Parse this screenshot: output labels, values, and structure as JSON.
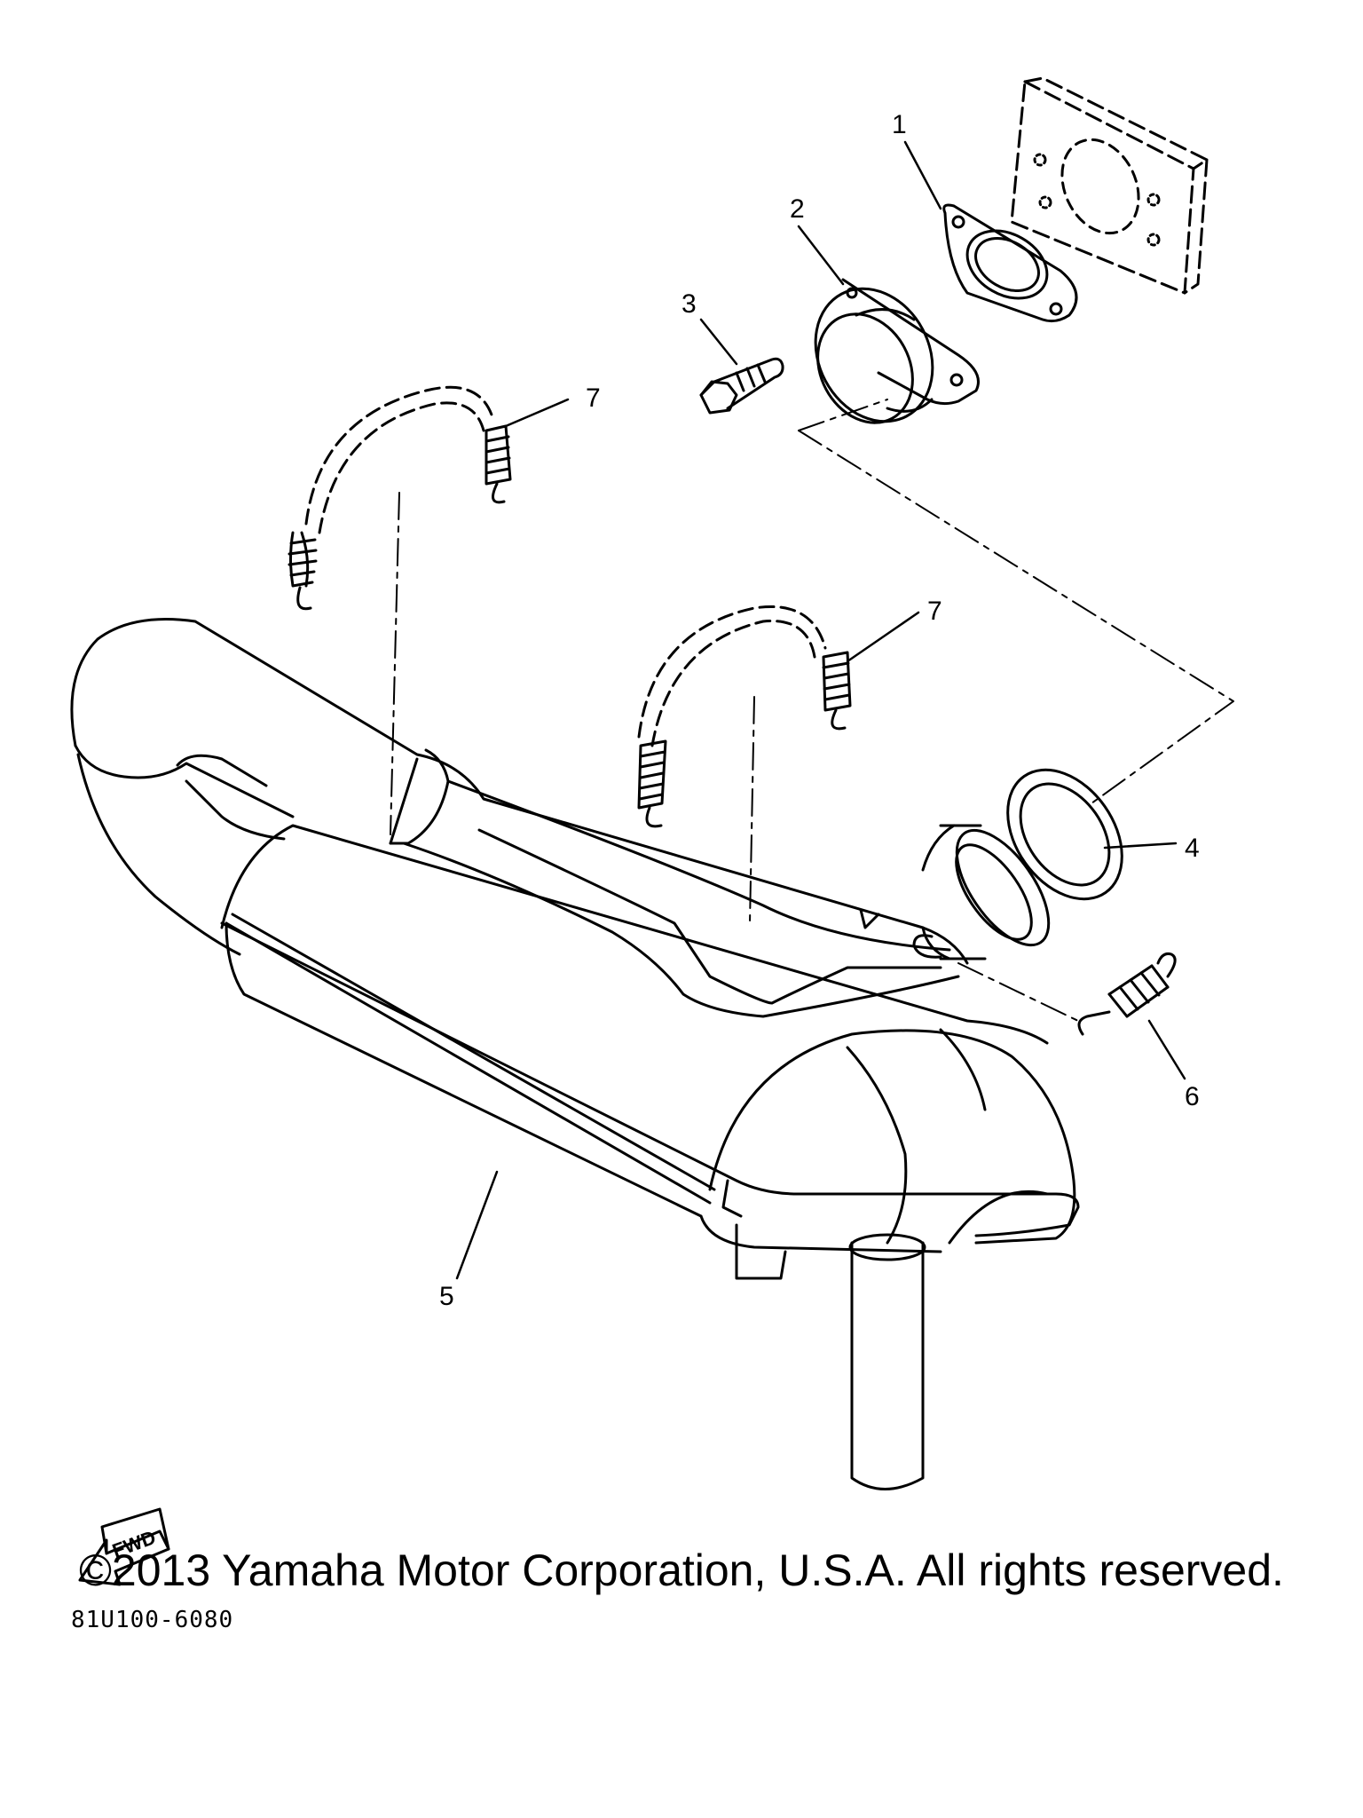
{
  "callouts": {
    "c1": "1",
    "c2": "2",
    "c3": "3",
    "c4": "4",
    "c5": "5",
    "c6": "6",
    "c7a": "7",
    "c7b": "7"
  },
  "fwd_label": "FWD",
  "diagram_code": "81U100-6080",
  "copyright": "©2013 Yamaha Motor Corporation, U.S.A. All rights reserved."
}
